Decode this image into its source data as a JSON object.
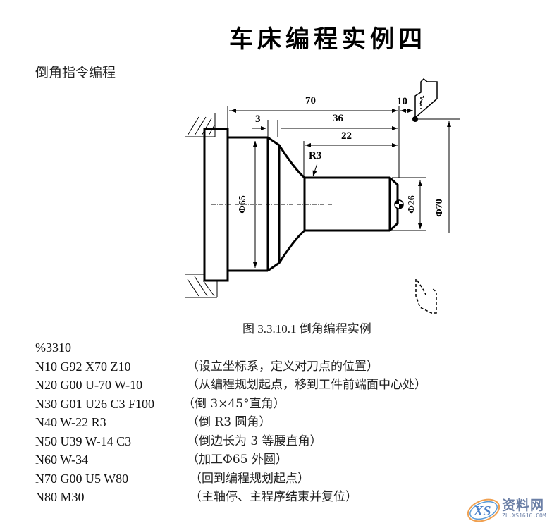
{
  "header": {
    "title": "车床编程实例四",
    "subtitle": "倒角指令编程"
  },
  "figure": {
    "caption": "图 3.3.10.1  倒角编程实例",
    "dimensions": {
      "dim_70": "70",
      "dim_10": "10",
      "dim_3": "3",
      "dim_36": "36",
      "dim_22": "22",
      "radius_r3": "R3",
      "dia_65": "Φ65",
      "dia_26": "Φ26",
      "dia_70": "Φ70"
    }
  },
  "program": {
    "number": "%3310",
    "lines": [
      {
        "code": "N10 G92 X70 Z10",
        "comment": "（设立坐标系，定义对刀点的位置）"
      },
      {
        "code": "N20 G00 U-70 W-10",
        "comment": "（从编程规划起点，移到工件前端面中心处）"
      },
      {
        "code": "N30 G01 U26 C3 F100",
        "comment": "（倒 3×45°直角）"
      },
      {
        "code": "N40 W-22 R3",
        "comment": "（倒 R3 圆角）"
      },
      {
        "code": "N50 U39 W-14 C3",
        "comment": "（倒边长为 3 等腰直角）"
      },
      {
        "code": "N60 W-34",
        "comment": "（加工Φ65 外圆）"
      },
      {
        "code": "N70 G00 U5 W80",
        "comment": "（回到编程规划起点）"
      },
      {
        "code": "N80 M30",
        "comment": "（主轴停、主程序结束并复位）"
      }
    ]
  },
  "watermark": {
    "logo_text": "XS",
    "brand": "资料网",
    "url": "ZL.XS1616.COM"
  },
  "colors": {
    "line": "#000000",
    "text": "#111111",
    "watermark": "#6b7fa6"
  }
}
